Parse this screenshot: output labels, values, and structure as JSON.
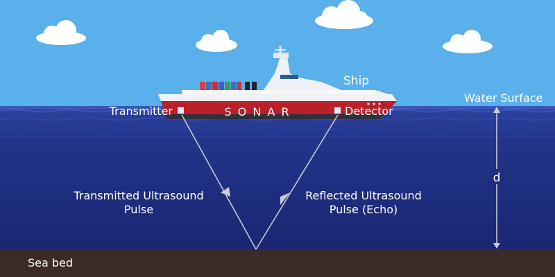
{
  "labels": {
    "ship": "Ship",
    "water_surface": "Water Surface",
    "transmitter": "Transmitter",
    "detector": "Detector",
    "hull_text": "S O N A R",
    "transmitted_line1": "Transmitted Ultrasound",
    "transmitted_line2": "Pulse",
    "reflected_line1": "Reflected Ultrasound",
    "reflected_line2": "Pulse (Echo)",
    "depth": "d",
    "sea_bed": "Sea bed"
  },
  "colors": {
    "sky": "#5ab0ea",
    "water_top": "#2b3f9c",
    "water_deep": "#1c2878",
    "sea_bed": "#3b2a26",
    "hull_red": "#b8202a",
    "hull_dark": "#2e3140",
    "ship_white": "#f2f4f7",
    "text": "#ffffff",
    "ray": "#c9cbd6"
  }
}
